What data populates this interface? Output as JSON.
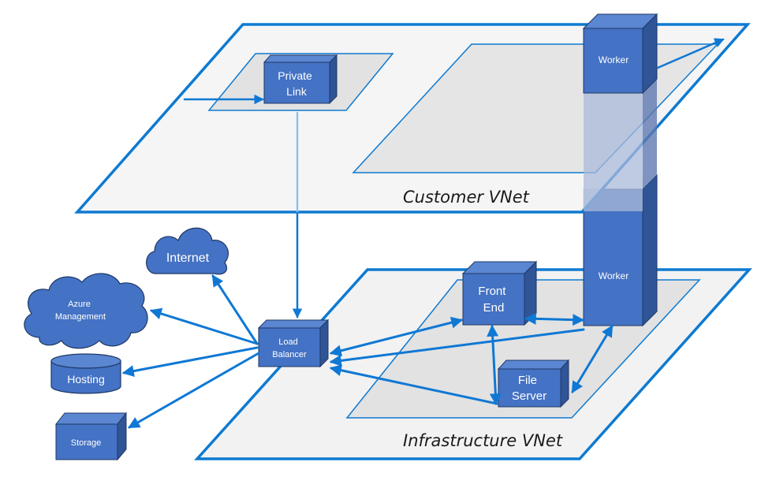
{
  "planes": {
    "customer": "Customer VNet",
    "infrastructure": "Infrastructure VNet"
  },
  "nodes": {
    "private_link": [
      "Private",
      "Link"
    ],
    "worker_top": "Worker",
    "worker_bottom": "Worker",
    "internet": "Internet",
    "azure_management": [
      "Azure",
      "Management"
    ],
    "hosting": "Hosting",
    "storage": "Storage",
    "load_balancer": [
      "Load",
      "Balancer"
    ],
    "front_end": [
      "Front",
      "End"
    ],
    "file_server": [
      "File",
      "Server"
    ]
  },
  "colors": {
    "plane_border": "#0d7ad1",
    "box_front": "#4472c4",
    "box_top": "#5b86d2",
    "box_side": "#2f5597",
    "box_edge": "#1f3864",
    "arrow": "#0f78d4",
    "plane_fill": "#f2f2f2",
    "inner_fill": "#e4e4e4"
  }
}
